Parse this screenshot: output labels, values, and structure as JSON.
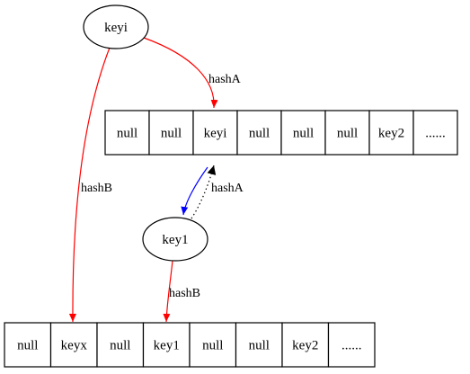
{
  "nodes": {
    "keyi": "keyi",
    "key1": "key1"
  },
  "table_top": {
    "cells": [
      "null",
      "null",
      "keyi",
      "null",
      "null",
      "null",
      "key2",
      "......"
    ]
  },
  "table_bottom": {
    "cells": [
      "null",
      "keyx",
      "null",
      "key1",
      "null",
      "null",
      "key2",
      "......"
    ]
  },
  "edges": {
    "keyi_to_top": "hashA",
    "keyi_to_bottom": "hashB",
    "key1_to_top": "hashA",
    "key1_to_bottom": "hashB"
  },
  "colors": {
    "red": "#ff0000",
    "blue": "#0000ff",
    "black": "#000000"
  }
}
